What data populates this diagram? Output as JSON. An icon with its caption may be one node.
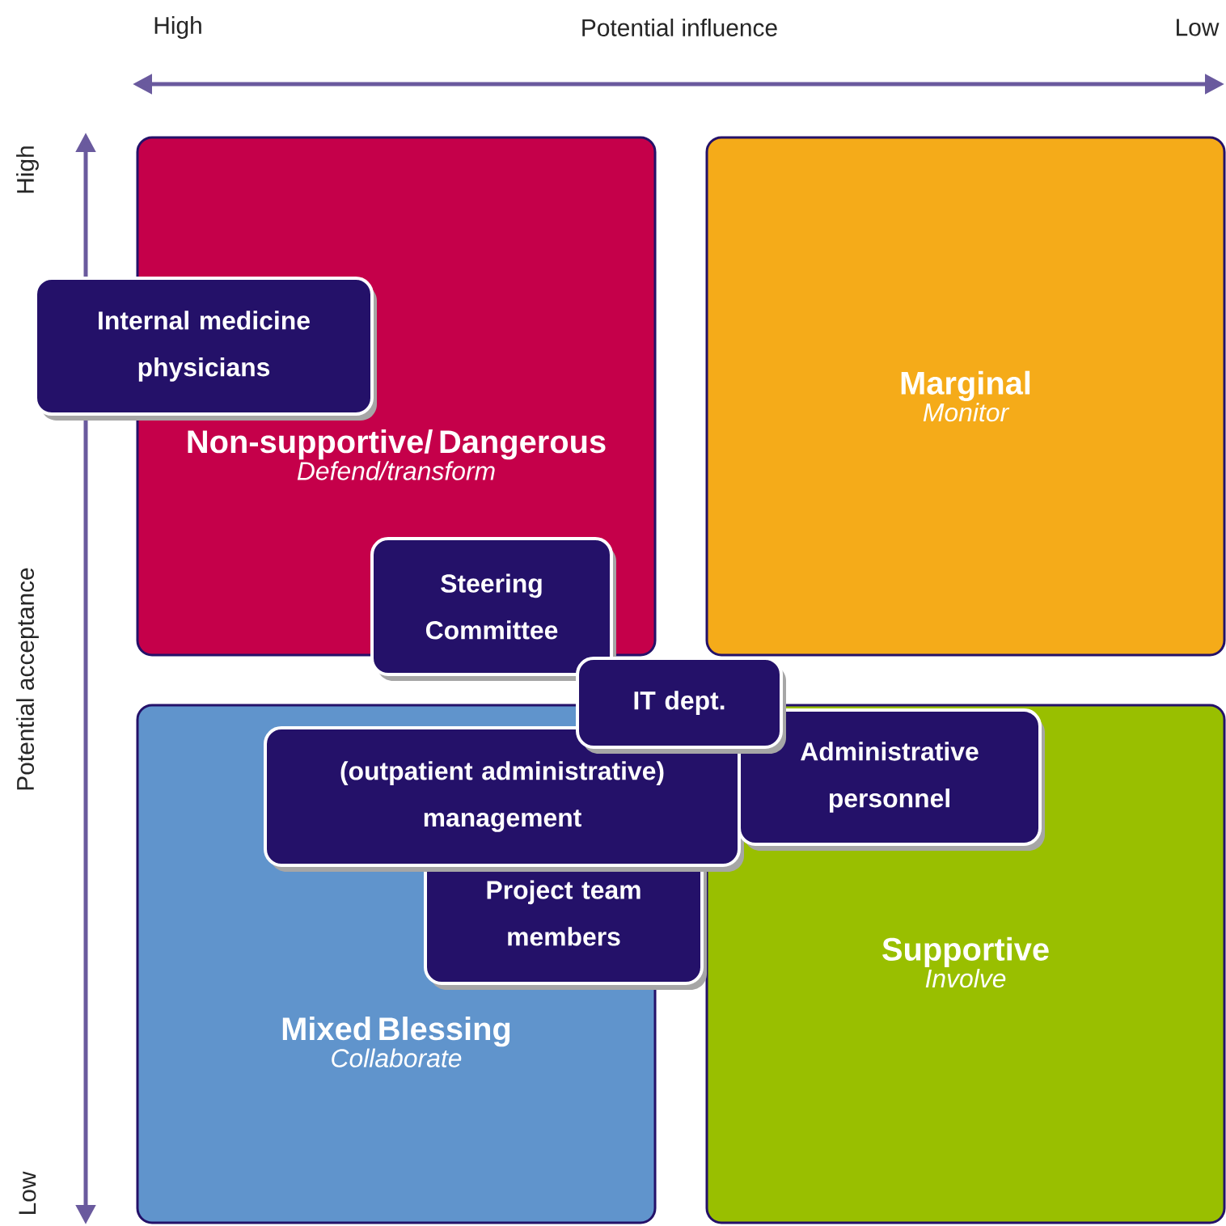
{
  "diagram": {
    "nodes": [
      {
        "text": [
          "Non-supportive/ Dangerous",
          "Defend/transform"
        ]
      },
      {
        "text": [
          "Marginal",
          "Monitor"
        ]
      },
      {
        "text": [
          "Internal medicine physicians"
        ]
      },
      {
        "text": [
          "Steering Committee"
        ]
      },
      {
        "text": [
          "IT dept."
        ]
      },
      {
        "text": [
          "(outpatient administrative) management"
        ]
      },
      {
        "text": [
          "Administrative personnel"
        ],
        "in": 9
      },
      {
        "text": [
          "Project team members"
        ]
      },
      {
        "text": [
          "Mixed Blessing",
          "Collaborate"
        ]
      },
      {
        "text": [
          "Supportive",
          "Involve"
        ]
      }
    ],
    "labels": [
      "High",
      "Potential influence",
      "Low",
      "High",
      "Potential acceptance",
      "Low"
    ]
  }
}
